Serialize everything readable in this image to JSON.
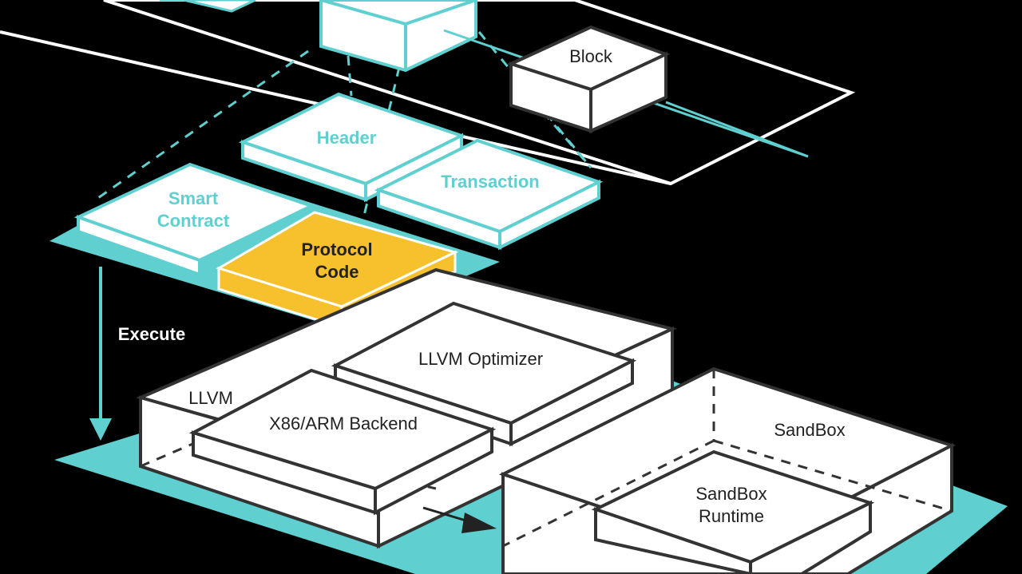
{
  "labels": {
    "block": "Block",
    "header": "Header",
    "transaction": "Transaction",
    "smart_contract_line1": "Smart",
    "smart_contract_line2": "Contract",
    "protocol_code_line1": "Protocol",
    "protocol_code_line2": "Code",
    "execute": "Execute",
    "llvm": "LLVM",
    "llvm_optimizer": "LLVM Optimizer",
    "backend": "X86/ARM Backend",
    "sandbox": "SandBox",
    "sandbox_runtime_line1": "SandBox",
    "sandbox_runtime_line2": "Runtime"
  },
  "colors": {
    "background": "#000000",
    "teal": "#5fd0cf",
    "gold": "#f7c12e",
    "box_fill": "#ffffff",
    "box_stroke": "#333333"
  }
}
